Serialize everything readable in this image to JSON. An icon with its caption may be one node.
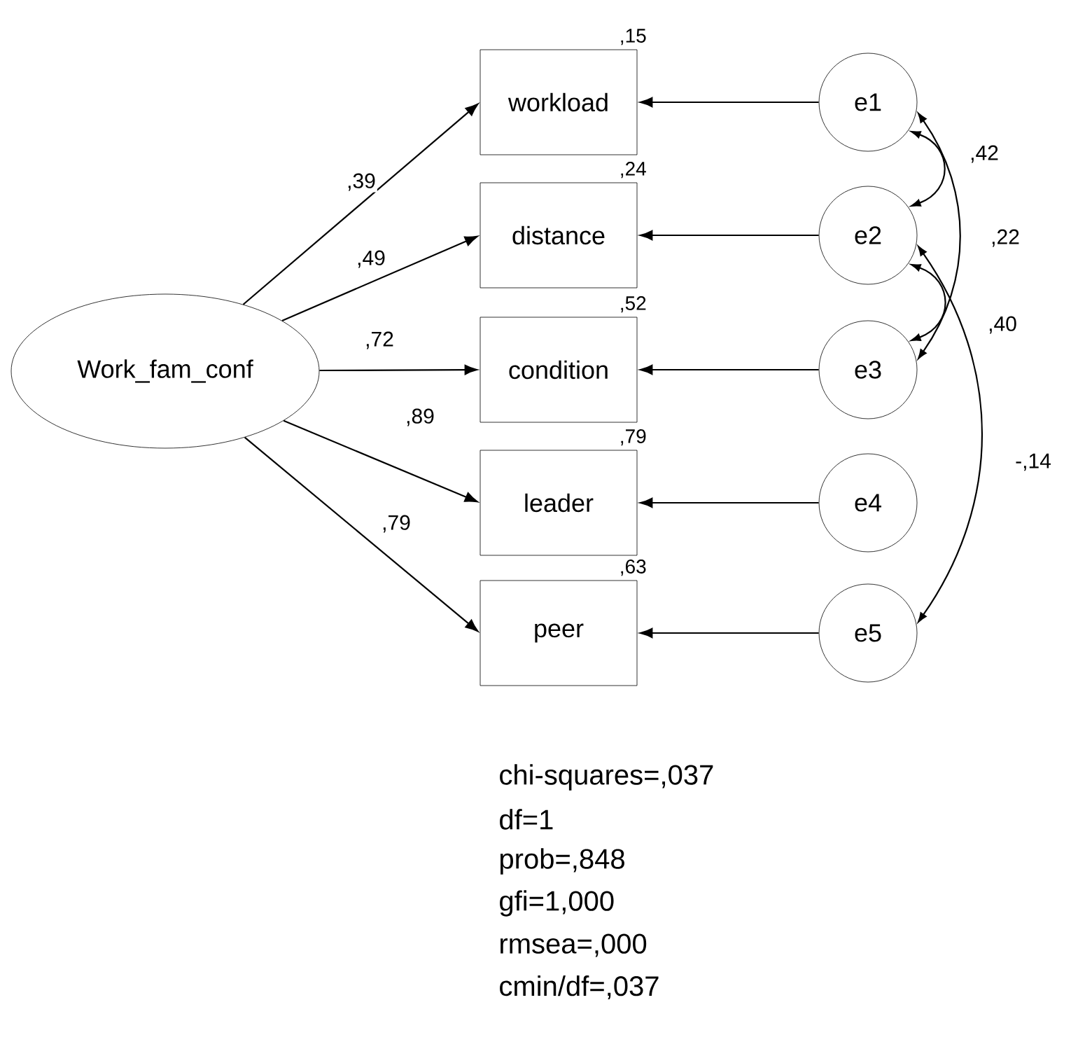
{
  "diagram": {
    "nodes": [
      {
        "text": [
          "Work_fam_conf"
        ]
      },
      {
        "text": [
          "workload"
        ],
        "beside": [
          ",15"
        ]
      },
      {
        "text": [
          "distance"
        ],
        "beside": [
          ",24"
        ]
      },
      {
        "text": [
          "condition"
        ],
        "beside": [
          ",52"
        ]
      },
      {
        "text": [
          "leader"
        ],
        "beside": [
          ",79"
        ]
      },
      {
        "text": [
          "peer"
        ],
        "beside": [
          ",63"
        ]
      },
      {
        "text": [
          "e1"
        ]
      },
      {
        "text": [
          "e2"
        ]
      },
      {
        "text": [
          "e3"
        ]
      },
      {
        "text": [
          "e4"
        ]
      },
      {
        "text": [
          "e5"
        ]
      }
    ],
    "edges": [
      {
        "from": 0,
        "to": 1,
        "arrow": "to",
        "label": ",39"
      },
      {
        "from": 0,
        "to": 2,
        "arrow": "to",
        "label": ",49"
      },
      {
        "from": 0,
        "to": 3,
        "arrow": "to",
        "label": ",72"
      },
      {
        "from": 0,
        "to": 4,
        "arrow": "to",
        "label": ",89"
      },
      {
        "from": 0,
        "to": 5,
        "arrow": "to",
        "label": ",79"
      },
      {
        "from": 6,
        "to": 1,
        "arrow": "to"
      },
      {
        "from": 7,
        "to": 2,
        "arrow": "to"
      },
      {
        "from": 8,
        "to": 3,
        "arrow": "to"
      },
      {
        "from": 9,
        "to": 4,
        "arrow": "to"
      },
      {
        "from": 10,
        "to": 5,
        "arrow": "to"
      },
      {
        "from": 6,
        "to": 7,
        "arrow": "both",
        "label": ",42"
      },
      {
        "from": 6,
        "to": 8,
        "arrow": "both",
        "label": ",22"
      },
      {
        "from": 7,
        "to": 8,
        "arrow": "both",
        "label": ",40"
      },
      {
        "from": 7,
        "to": 10,
        "arrow": "both",
        "label": "-,14"
      }
    ],
    "labels": [
      "chi-squares=,037",
      "df=1",
      "prob=,848",
      "gfi=1,000",
      "rmsea=,000",
      "cmin/df=,037"
    ]
  }
}
